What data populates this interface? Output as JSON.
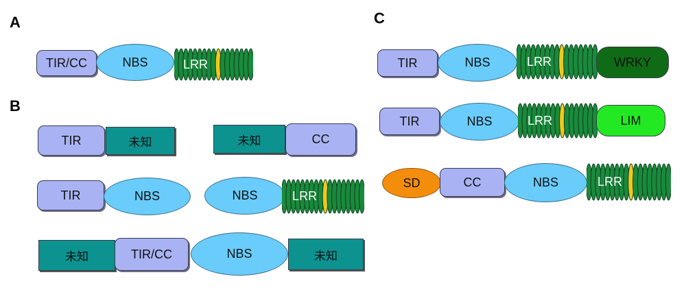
{
  "panels": {
    "a": "A",
    "b": "B",
    "c": "C"
  },
  "labels": {
    "tir": "TIR",
    "tircc": "TIR/CC",
    "cc": "CC",
    "nbs": "NBS",
    "lrr": "LRR",
    "unknown": "未知",
    "sd": "SD",
    "wrky": "WRKY",
    "lim": "LIM"
  },
  "colors": {
    "tir_cc": "#a9b3f3",
    "nbs": "#69ccfb",
    "lrr": "#1a8a3c",
    "lrr_highlight": "#f2c81a",
    "unknown": "#0c9390",
    "sd": "#f58d0c",
    "wrky": "#0f6b16",
    "lim": "#23e923"
  }
}
